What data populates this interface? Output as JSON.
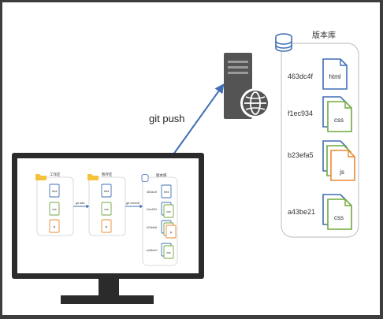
{
  "remote_repo": {
    "title": "版本库",
    "commits": [
      {
        "hash": "463dc4f",
        "files": [
          "html"
        ]
      },
      {
        "hash": "f1ec934",
        "files": [
          "css"
        ]
      },
      {
        "hash": "b23efa5",
        "files": [
          "js"
        ]
      },
      {
        "hash": "a43be21",
        "files": [
          "css"
        ]
      }
    ]
  },
  "push_label": "git push",
  "monitor": {
    "working_dir": {
      "title": "工作区",
      "files": [
        "html",
        "css",
        "js"
      ]
    },
    "staging": {
      "title": "暂存区",
      "files": [
        "html",
        "css",
        "js"
      ]
    },
    "repo": {
      "title": "版本库",
      "commits": [
        {
          "hash": "463dc4f",
          "file": "html"
        },
        {
          "hash": "f1ec934",
          "file": "css"
        },
        {
          "hash": "b23efa5",
          "file": "js"
        },
        {
          "hash": "a43be21",
          "file": "css"
        }
      ]
    },
    "git_add_label": "git add",
    "git_commit_label": "git commit"
  },
  "colors": {
    "blue": "#3f6fb5",
    "green": "#71a83e",
    "orange": "#ea8a34",
    "server_dark": "#545454",
    "screen_frame": "#2b2b2b",
    "folder": "#f5c33b"
  }
}
